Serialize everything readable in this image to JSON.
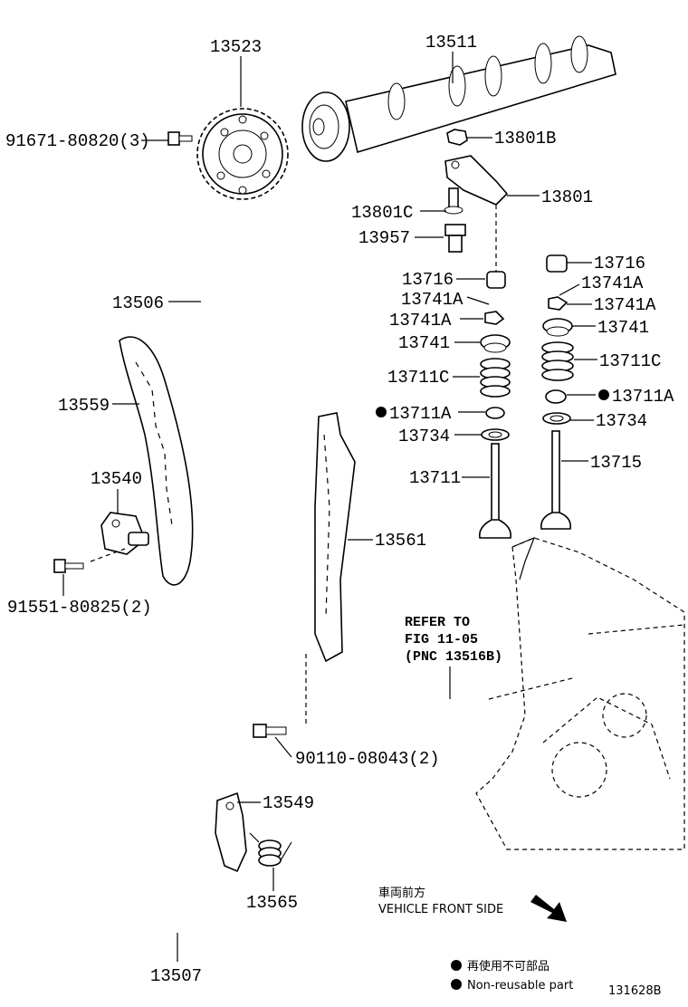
{
  "labels": {
    "sprocket": "13523",
    "camshaft": "13511",
    "bolt_sprocket": "91671-80820(3)",
    "nut_13801b": "13801B",
    "rocker": "13801",
    "screw_13801c": "13801C",
    "adjuster": "13957",
    "lifter_l": "13716",
    "lifter_r": "13716",
    "keeper_a1_l": "13741A",
    "keeper_a2_l": "13741A",
    "keeper_a1_r": "13741A",
    "keeper_a2_r": "13741A",
    "retainer_l": "13741",
    "retainer_r": "13741",
    "spring_l": "13711C",
    "spring_r": "13711C",
    "seal_l": "13711A",
    "seal_r": "13711A",
    "seat_l": "13734",
    "seat_r": "13734",
    "valve_intake": "13711",
    "valve_exhaust": "13715",
    "chain_main": "13506",
    "slipper": "13559",
    "tensioner": "13540",
    "bolt_tensioner": "91551-80825(2)",
    "guide": "13561",
    "bolt_guide": "90110-08043(2)",
    "chain_oil": "13507",
    "damper": "13549",
    "spring_oil": "13565",
    "refer_1": "REFER TO",
    "refer_2": "FIG 11-05",
    "refer_3": "(PNC 13516B)",
    "direction_jp": "車両前方",
    "direction_en": "VEHICLE FRONT SIDE",
    "legend_jp": "再使用不可部品",
    "legend_en": "Non-reusable part",
    "figure_id": "131628B"
  }
}
